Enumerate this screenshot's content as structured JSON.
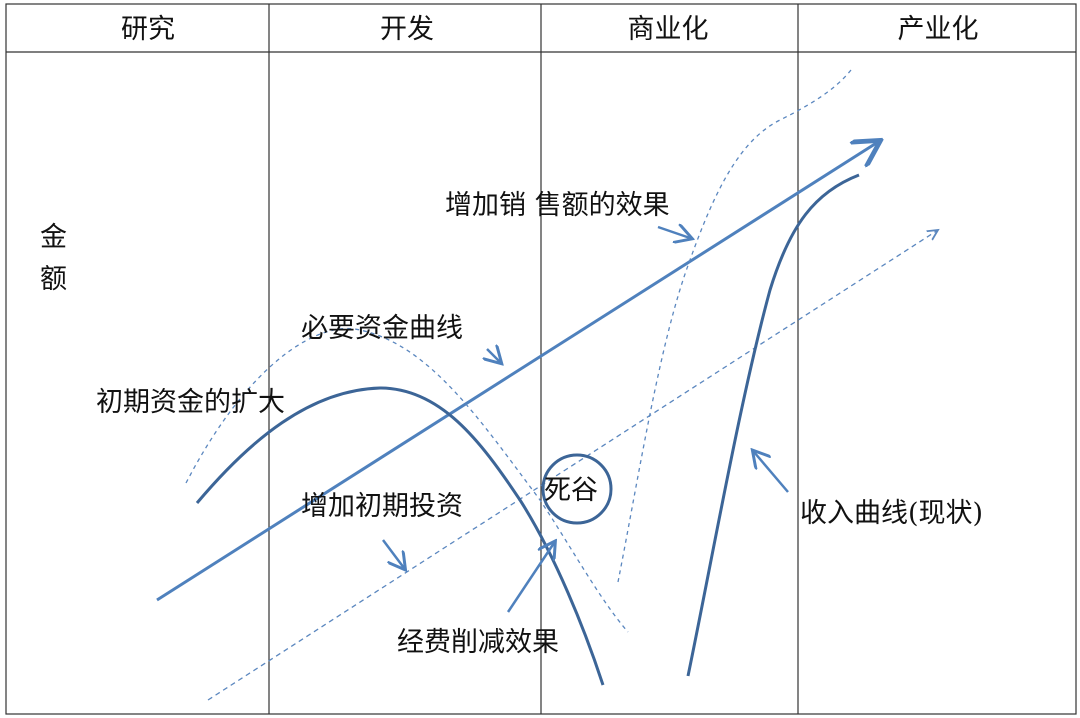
{
  "phases": [
    "研究",
    "开发",
    "商业化",
    "产业化"
  ],
  "y_axis_label": [
    "金",
    "额"
  ],
  "annotations": {
    "sales_effect": "增加销 售额的效果",
    "required_funds_curve": "必要资金曲线",
    "initial_funds_expansion": "初期资金的扩大",
    "death_valley": "死谷",
    "increase_initial_investment": "增加初期投资",
    "revenue_curve": "收入曲线(现状)",
    "cost_reduction_effect": "经费削减效果"
  },
  "colors": {
    "curve": "#3c6597",
    "arrow": "#4f81bd",
    "dashed": "#5b87bf",
    "grid": "#333333"
  }
}
